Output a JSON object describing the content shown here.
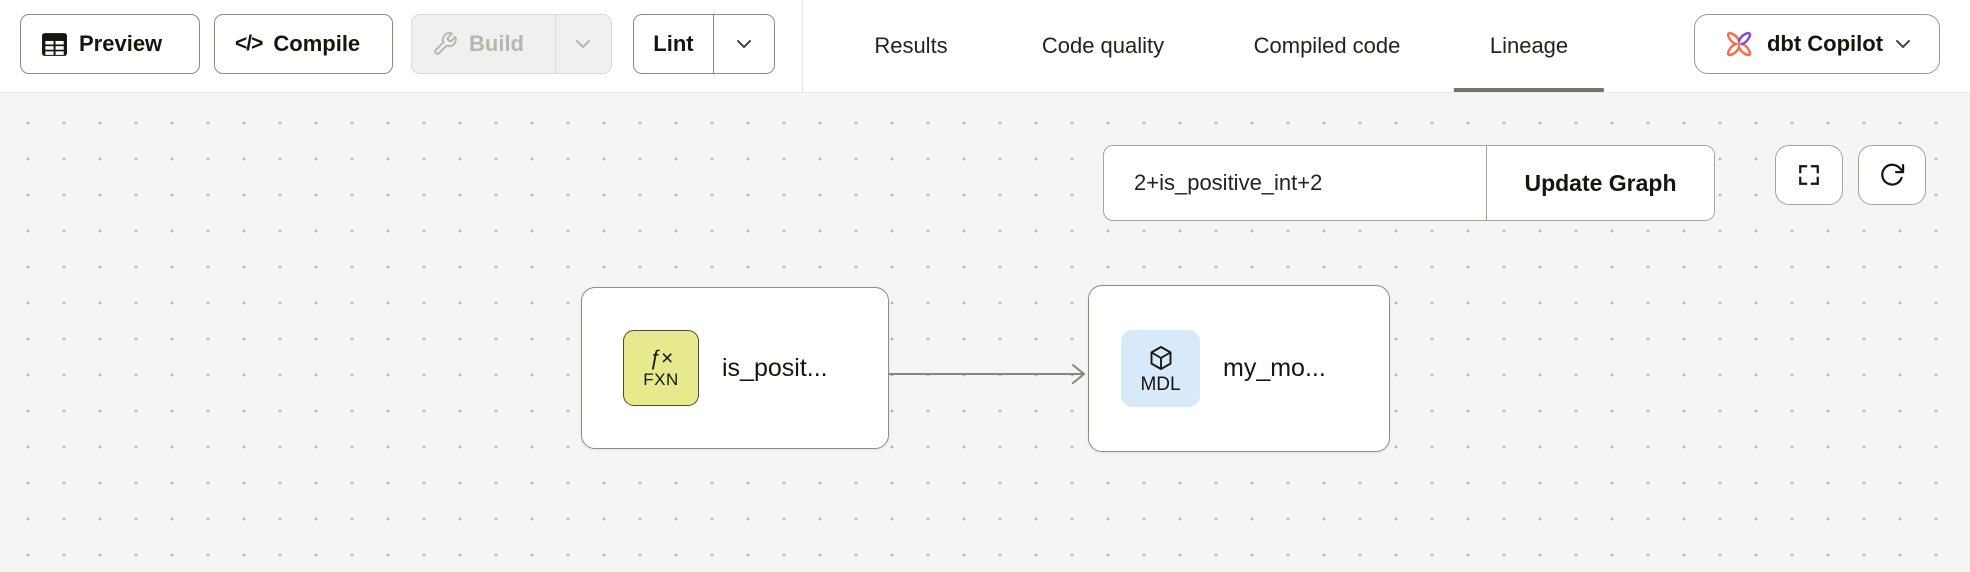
{
  "toolbar": {
    "preview": {
      "label": "Preview",
      "icon": "table-icon"
    },
    "compile": {
      "label": "Compile",
      "icon": "code-icon"
    },
    "build": {
      "label": "Build",
      "icon": "wrench-icon",
      "disabled": true,
      "menu_icon": "chevron-down-icon"
    },
    "lint": {
      "label": "Lint",
      "menu_icon": "chevron-down-icon"
    },
    "tabs": [
      {
        "label": "Results",
        "active": false
      },
      {
        "label": "Code quality",
        "active": false
      },
      {
        "label": "Compiled code",
        "active": false
      },
      {
        "label": "Lineage",
        "active": true
      }
    ],
    "copilot": {
      "label": "dbt Copilot",
      "icon": "dbt-copilot-logo",
      "menu_icon": "chevron-down-icon"
    }
  },
  "lineage": {
    "selector": {
      "value": "2+is_positive_int+2",
      "update_label": "Update Graph"
    },
    "controls": [
      {
        "icon": "fullscreen-icon"
      },
      {
        "icon": "refresh-icon"
      }
    ],
    "nodes": [
      {
        "type": "function",
        "badge_line1": "ƒ×",
        "badge_line2": "FXN",
        "label": "is_posit..."
      },
      {
        "type": "model",
        "badge_icon": "cube-icon",
        "badge_label": "MDL",
        "label": "my_mo..."
      }
    ],
    "edges": [
      {
        "from": "is_posit...",
        "to": "my_mo..."
      }
    ]
  },
  "colors": {
    "accent_orange": "#ff6941",
    "accent_purple": "#8045e5",
    "function_badge_bg": "#e6e98c",
    "model_badge_bg": "#d8e9f9",
    "tab_underline": "#73736c",
    "canvas_bg": "#f5f5f3",
    "button_border": "#8c8c85",
    "disabled_text": "#b6b6b0"
  }
}
